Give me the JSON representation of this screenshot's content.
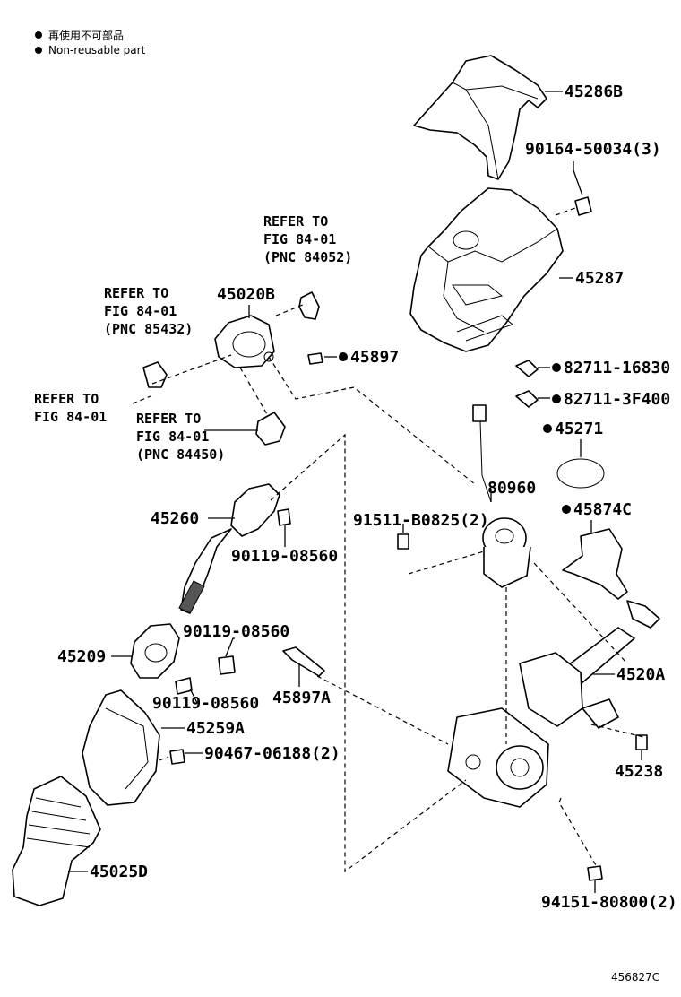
{
  "legend": {
    "line_ja": "再使用不可部品",
    "line_en": "Non-reusable part",
    "bullet_color": "#000000"
  },
  "figure_id": "456827C",
  "labels": {
    "p45286B": "45286B",
    "p90164": "90164-50034(3)",
    "p45287": "45287",
    "p45020B": "45020B",
    "p45897": "45897",
    "p82711_16830": "82711-16830",
    "p82711_3F400": "82711-3F400",
    "p45271": "45271",
    "p80960": "80960",
    "p45874C": "45874C",
    "p91511": "91511-B0825(2)",
    "p45260": "45260",
    "p90119_a": "90119-08560",
    "p90119_b": "90119-08560",
    "p90119_c": "90119-08560",
    "p45209": "45209",
    "p45897A": "45897A",
    "p4520A": "4520A",
    "p45259A": "45259A",
    "p90467": "90467-06188(2)",
    "p45238": "45238",
    "p45025D": "45025D",
    "p94151": "94151-80800(2)"
  },
  "refs": {
    "ref1": {
      "l1": "REFER TO",
      "l2": "FIG 84-01",
      "l3": "(PNC 84052)"
    },
    "ref2": {
      "l1": "REFER TO",
      "l2": "FIG 84-01",
      "l3": "(PNC 85432)"
    },
    "ref3": {
      "l1": "REFER TO",
      "l2": "FIG 84-01"
    },
    "ref4": {
      "l1": "REFER TO",
      "l2": "FIG 84-01",
      "l3": "(PNC 84450)"
    }
  }
}
